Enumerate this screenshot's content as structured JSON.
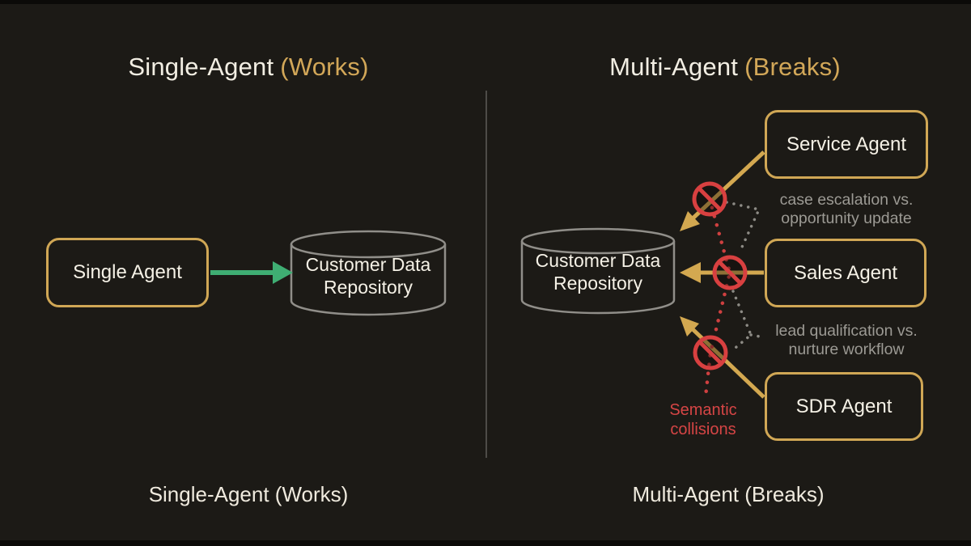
{
  "left_panel": {
    "title": {
      "main": "Single-Agent",
      "accent": "(Works)"
    },
    "agent_box": {
      "label": "Single Agent"
    },
    "repository": {
      "line1": "Customer Data",
      "line2": "Repository"
    },
    "caption": "Single-Agent (Works)"
  },
  "right_panel": {
    "title": {
      "main": "Multi-Agent",
      "accent": "(Breaks)"
    },
    "repository": {
      "line1": "Customer Data",
      "line2": "Repository"
    },
    "agents": [
      {
        "label": "Service Agent"
      },
      {
        "label": "Sales Agent"
      },
      {
        "label": "SDR Agent"
      }
    ],
    "conflict_labels": [
      {
        "line1": "case escalation vs.",
        "line2": "opportunity update"
      },
      {
        "line1": "lead qualification vs.",
        "line2": "nurture workflow"
      }
    ],
    "collision_label": {
      "line1": "Semantic",
      "line2": "collisions"
    },
    "caption": "Multi-Agent (Breaks)"
  },
  "icons": {
    "prohibition": "no-entry-icon",
    "repository": "database-cylinder-icon",
    "flow": "arrow-icon"
  },
  "colors": {
    "background": "#1c1a16",
    "gold_accent": "#d2a758",
    "gold_border": "#d0a755",
    "green_arrow": "#3fae73",
    "gray_stroke": "#908e89",
    "gray_label": "#9c9a94",
    "red_collision": "#d84040",
    "text_offwhite": "#f2eee3",
    "divider": "#4d4b47"
  }
}
